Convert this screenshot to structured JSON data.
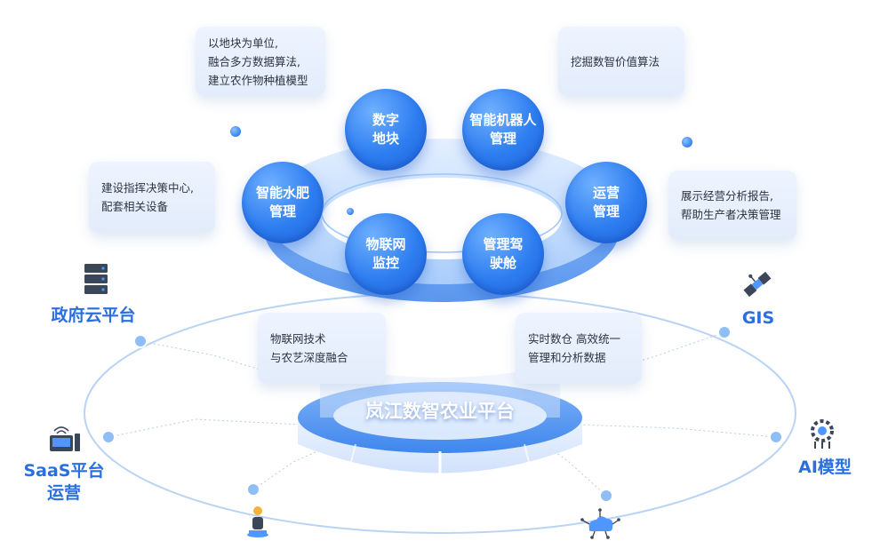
{
  "platform_title": "岚江数智农业平台",
  "ring_nodes": [
    {
      "name": "digital-plot",
      "lines": [
        "数字",
        "地块"
      ]
    },
    {
      "name": "robot-management",
      "lines": [
        "智能机器人",
        "管理"
      ]
    },
    {
      "name": "water-fertilizer",
      "lines": [
        "智能水肥",
        "管理"
      ]
    },
    {
      "name": "operations",
      "lines": [
        "运营",
        "管理"
      ]
    },
    {
      "name": "iot-monitoring",
      "lines": [
        "物联网",
        "监控"
      ]
    },
    {
      "name": "management-cockpit",
      "lines": [
        "管理驾",
        "驶舱"
      ]
    }
  ],
  "notes": [
    {
      "name": "note-plot-modeling",
      "lines": [
        "以地块为单位,",
        "融合多方数据算法,",
        "建立农作物种植模型"
      ]
    },
    {
      "name": "note-value-algorithm",
      "lines": [
        "挖掘数智价值算法"
      ]
    },
    {
      "name": "note-command-center",
      "lines": [
        "建设指挥决策中心,",
        "配套相关设备"
      ]
    },
    {
      "name": "note-reports",
      "lines": [
        "展示经营分析报告,",
        "帮助生产者决策管理"
      ]
    },
    {
      "name": "note-iot-fusion",
      "lines": [
        "物联网技术",
        "与农艺深度融合"
      ]
    },
    {
      "name": "note-realtime-warehouse",
      "lines": [
        "实时数仓 高效统一",
        "管理和分析数据"
      ]
    }
  ],
  "side_labels": {
    "gov_cloud": [
      "政府云平台"
    ],
    "gis": [
      "GIS"
    ],
    "saas": [
      "SaaS平台",
      "运营"
    ],
    "ai_model": [
      "AI模型"
    ]
  },
  "icons": [
    "server-rack-icon",
    "satellite-icon",
    "workstation-icon",
    "ai-gear-icon",
    "person-icon",
    "cloud-network-icon"
  ],
  "colors": {
    "brand_blue": "#2a6fe0",
    "node_blue": "#2d7df0",
    "ring_light": "#cfe2fb",
    "orbit_line": "#b9d3f5",
    "note_bg": "#eef4ff"
  }
}
